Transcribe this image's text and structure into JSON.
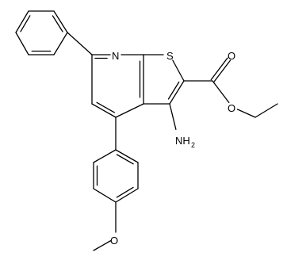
{
  "molecule": {
    "colors": {
      "line": "#000000",
      "background": "#ffffff"
    },
    "labels": {
      "nitrogen": "N",
      "sulfur": "S",
      "carbonyl_oxygen": "O",
      "ester_oxygen": "O",
      "methoxy_oxygen": "O",
      "amine_n": "NH",
      "amine_sub": "2"
    }
  }
}
